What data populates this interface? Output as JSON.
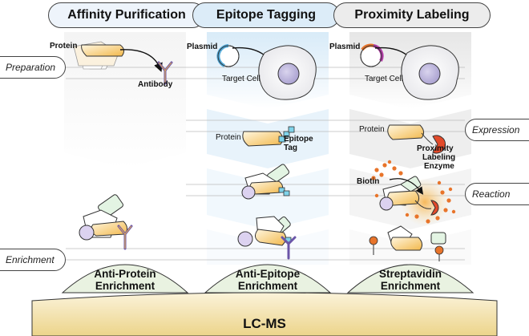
{
  "headers": {
    "affinity": "Affinity Purification",
    "epitope": "Epitope Tagging",
    "proximity": "Proximity Labeling"
  },
  "side_labels": {
    "preparation": "Preparation",
    "enrichment": "Enrichment",
    "expression": "Expression",
    "reaction": "Reaction"
  },
  "labels": {
    "protein": "Protein",
    "antibody": "Antibody",
    "plasmid": "Plasmid",
    "target_cell": "Target Cell",
    "epitope_tag": [
      "Epitope",
      "Tag"
    ],
    "proximity_enzyme": [
      "Proximity",
      "Labeling",
      "Enzyme"
    ],
    "biotin": "Biotin"
  },
  "enrichment": {
    "anti_protein": [
      "Anti-Protein",
      "Enrichment"
    ],
    "anti_epitope": [
      "Anti-Epitope",
      "Enrichment"
    ],
    "streptavidin": [
      "Streptavidin",
      "Enrichment"
    ]
  },
  "lcms": "LC-MS",
  "colors": {
    "protein_orange": "#f2b84b",
    "epitope_tag_blue": "#7fd3ea",
    "plasmid_blue": "#4fa8d8",
    "plasmid_magenta": "#b23aa6",
    "antibody_purple": "#9a7fc8",
    "enzyme_red": "#e24a2a",
    "biotin_orange": "#e8742a",
    "cell_gray": "#ededf0",
    "nucleus_purple": "#b9b3d9",
    "lcms_gold": "#f3e1a8"
  }
}
